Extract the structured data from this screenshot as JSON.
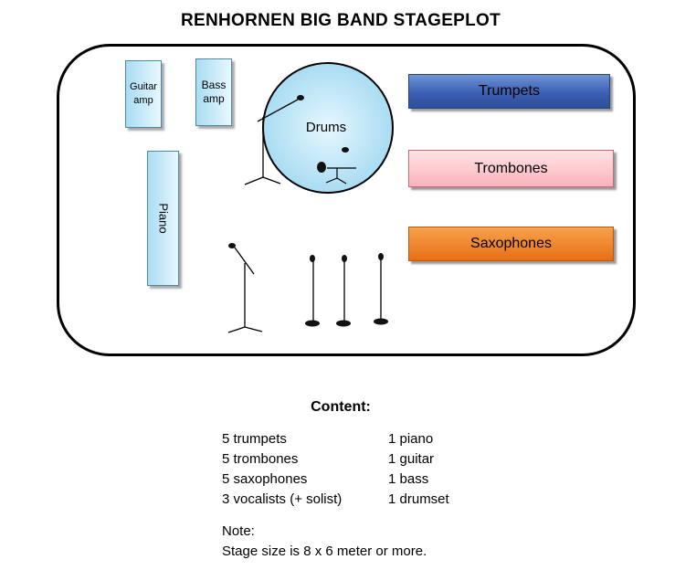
{
  "title": "RENHORNEN BIG BAND STAGEPLOT",
  "stage": {
    "guitar_amp": [
      "Guitar",
      "amp"
    ],
    "bass_amp": [
      "Bass",
      "amp"
    ],
    "piano": "Piano",
    "drums": "Drums",
    "sections": {
      "trumpets": "Trumpets",
      "trombones": "Trombones",
      "saxophones": "Saxophones"
    },
    "colors": {
      "trumpets": "#3a5fb3",
      "trombones": "#fbb3ba",
      "saxophones": "#e86e15",
      "amps": "#a9dcf2",
      "drums": "#a9dcf2"
    },
    "icons": [
      "boom-mic-stand-icon",
      "straight-mic-stand-icon",
      "drum-throne-icon"
    ]
  },
  "content": {
    "heading": "Content:",
    "left": [
      "5 trumpets",
      "5 trombones",
      "5 saxophones",
      "3 vocalists (+ solist)"
    ],
    "right": [
      "1 piano",
      "1 guitar",
      "1 bass",
      "1 drumset"
    ]
  },
  "note": {
    "label": "Note:",
    "text": "Stage size is 8 x 6 meter or more."
  }
}
